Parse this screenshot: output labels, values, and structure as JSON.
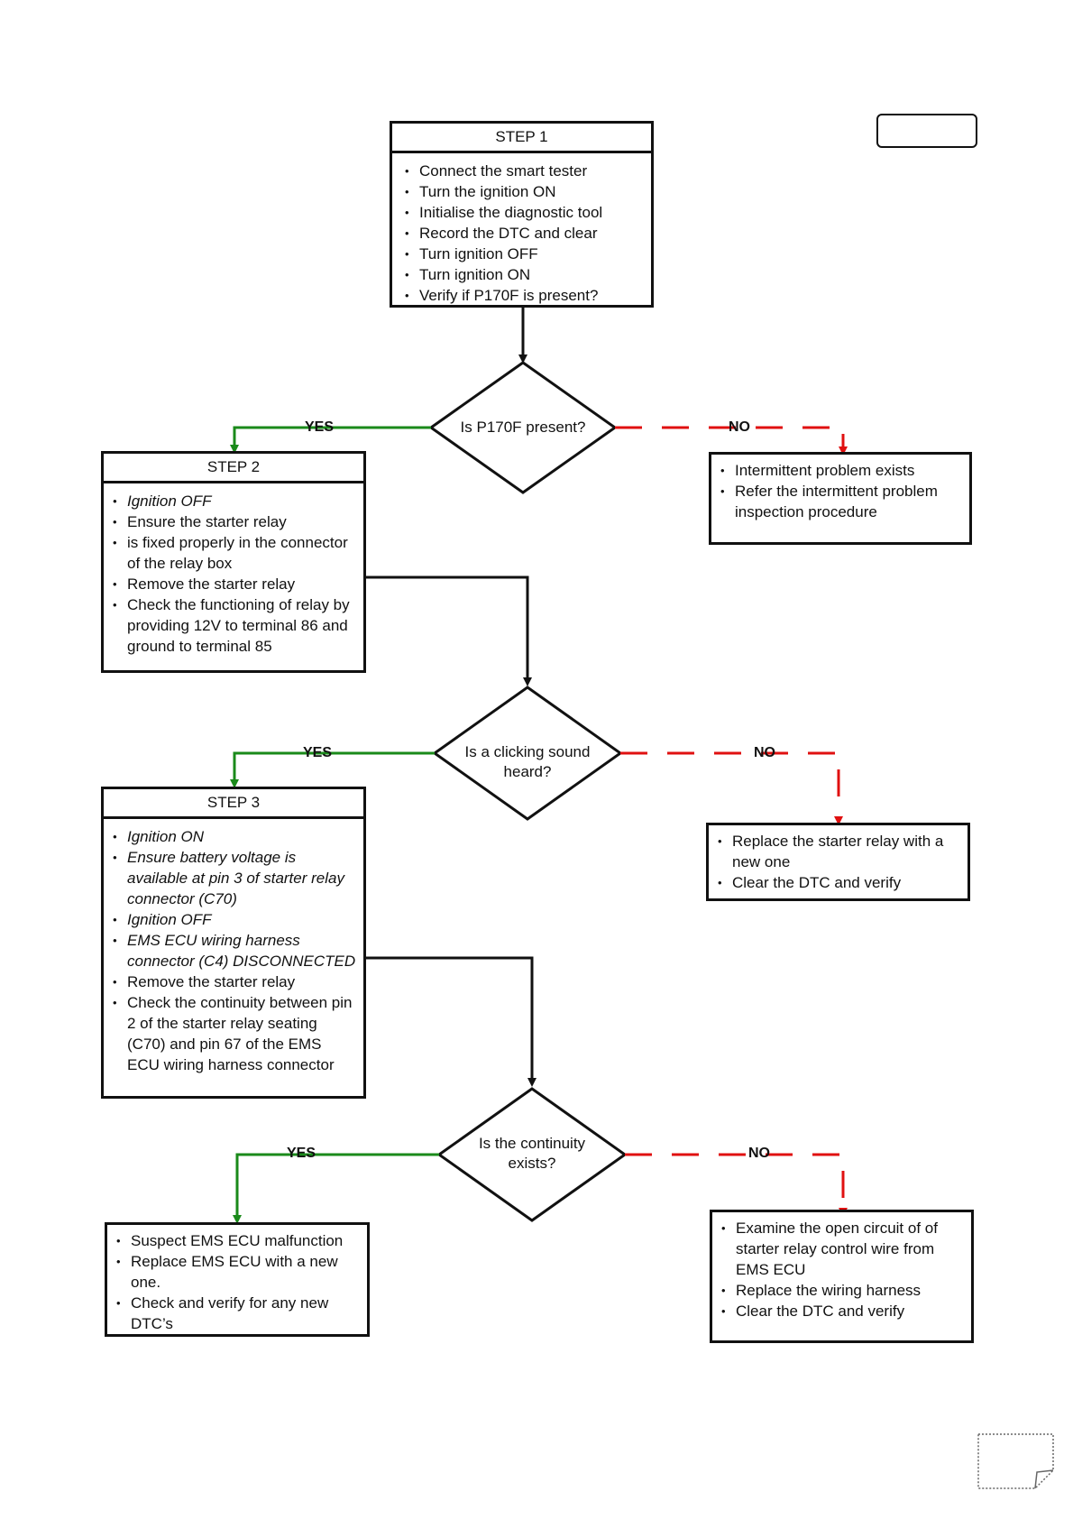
{
  "steps": {
    "step1": {
      "title": "STEP 1",
      "items": [
        "Connect the smart tester",
        "Turn the ignition  ON",
        "Initialise the diagnostic tool",
        "Record the DTC and clear",
        "Turn ignition  OFF",
        "Turn ignition ON",
        "Verify if   P170F is present?"
      ]
    },
    "step2": {
      "title": "STEP 2",
      "items": [
        "Ignition OFF",
        "Ensure the starter   relay",
        " is fixed properly in the connector of the relay box",
        "Remove the  starter  relay",
        "Check the functioning of relay by providing 12V  to terminal 86 and ground to terminal 85"
      ]
    },
    "step3": {
      "title": "STEP 3",
      "items": [
        " Ignition ON",
        " Ensure battery voltage is available at pin 3 of starter relay connector (C70)",
        "Ignition OFF",
        "EMS ECU wiring harness connector (C4) DISCONNECTED",
        "Remove the starter relay",
        "Check the continuity   between pin 2  of the starter relay seating (C70)  and pin 67 of the EMS ECU wiring harness connector"
      ]
    }
  },
  "decisions": {
    "d1": "Is  P170F present?",
    "d2": "Is a  clicking sound heard?",
    "d3": "Is the continuity exists?"
  },
  "outcomes": {
    "intermittent": [
      "Intermittent problem exists",
      "Refer the intermittent problem inspection procedure"
    ],
    "replace_relay": [
      "Replace the starter relay with a new one",
      "Clear the DTC and verify"
    ],
    "suspect_ecu": [
      "Suspect  EMS ECU  malfunction",
      "Replace EMS ECU  with a new one.",
      "Check and verify for any new DTC’s"
    ],
    "examine_circuit": [
      "Examine the open circuit of  of starter  relay control wire from EMS ECU",
      "Replace the wiring harness",
      "Clear the DTC and verify"
    ]
  },
  "edge_labels": {
    "yes": "YES",
    "no": "NO"
  },
  "colors": {
    "yes_line": "#1a8a1a",
    "no_line": "#e01010",
    "main_line": "#111111"
  }
}
